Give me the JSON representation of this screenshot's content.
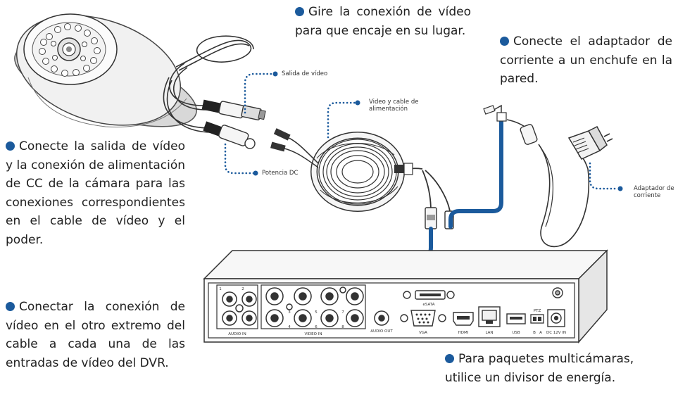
{
  "colors": {
    "accent": "#1b5a9c",
    "cable": "#1b5a9c"
  },
  "instructions": {
    "rotate": "Gire la conexión de vídeo para que encaje en su lugar.",
    "adapter": "Conecte el adaptador de corriente a un enchufe en la pared.",
    "connect_camera": "Conecte la salida de vídeo y la conexión de alimentación de CC de la cámara para las conexiones correspondientes en el cable de vídeo y el poder.",
    "connect_dvr": "Conectar la conexión de vídeo en el otro extremo del cable a cada una de las entradas de vídeo del DVR.",
    "multicam": "Para paquetes multicámaras, utilice un divisor de energía."
  },
  "callouts": {
    "video_out": "Salida de vídeo",
    "video_power_cable": "Video y cable de alimentación",
    "dc_power": "Potencia DC",
    "power_adapter": "Adaptador de corriente"
  },
  "dvr_labels": {
    "audio_in": "AUDIO IN",
    "video_in": "VIDEO IN",
    "audio_out": "AUDIO OUT",
    "esata": "eSATA",
    "vga": "VGA",
    "hdmi": "HDMI",
    "lan": "LAN",
    "usb": "USB",
    "ptz": "PTZ",
    "ptz_b": "B",
    "ptz_a": "A",
    "dc": "DC 12V IN",
    "channels": [
      "1",
      "2",
      "3",
      "4",
      "5",
      "6",
      "7",
      "8"
    ]
  }
}
